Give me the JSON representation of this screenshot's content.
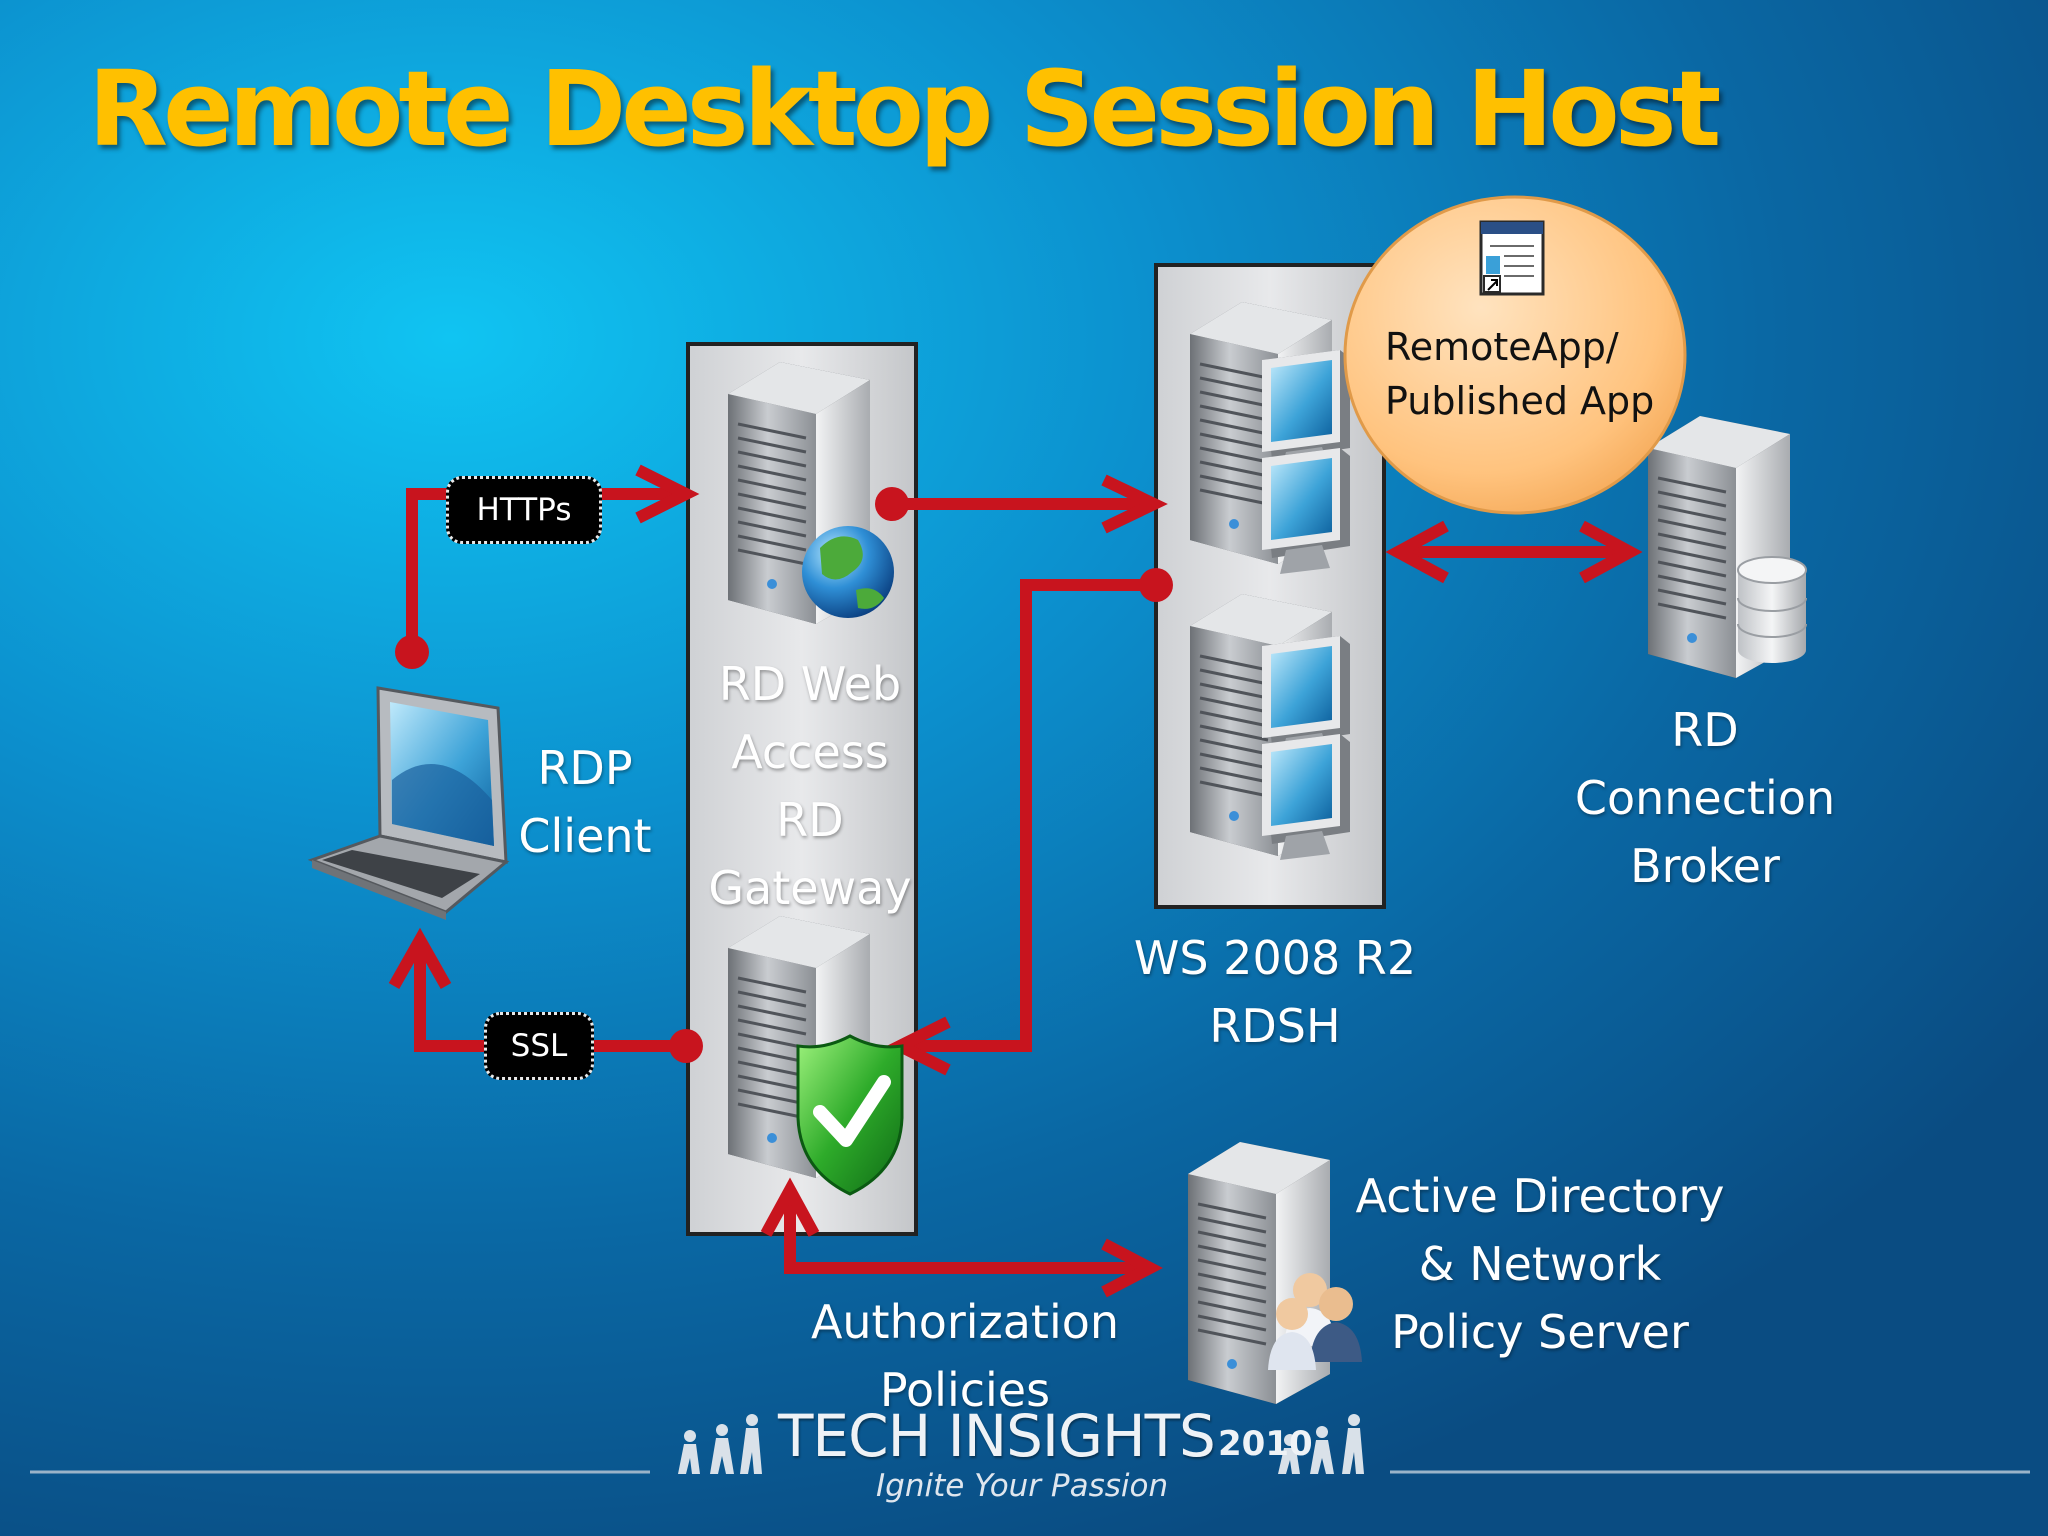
{
  "title": "Remote Desktop Session Host",
  "nodes": {
    "rdp_client": [
      "RDP",
      "Client"
    ],
    "rd_web_gateway": [
      "RD Web",
      "Access",
      "RD",
      "Gateway"
    ],
    "rdsh": [
      "WS 2008 R2",
      "RDSH"
    ],
    "broker": [
      "RD",
      "Connection",
      "Broker"
    ],
    "ad_nps": [
      "Active Directory",
      "& Network",
      "Policy Server"
    ],
    "auth": [
      "Authorization",
      "Policies"
    ],
    "remoteapp": [
      "RemoteApp/",
      "Published App"
    ]
  },
  "tags": {
    "https": "HTTPs",
    "ssl": "SSL"
  },
  "logo": {
    "main": "TECH INSIGHTS",
    "year": "2010",
    "tagline": "Ignite Your Passion"
  },
  "colors": {
    "title": "#ffc000",
    "connector": "#c8141e",
    "bubble": "#ffc57f"
  }
}
